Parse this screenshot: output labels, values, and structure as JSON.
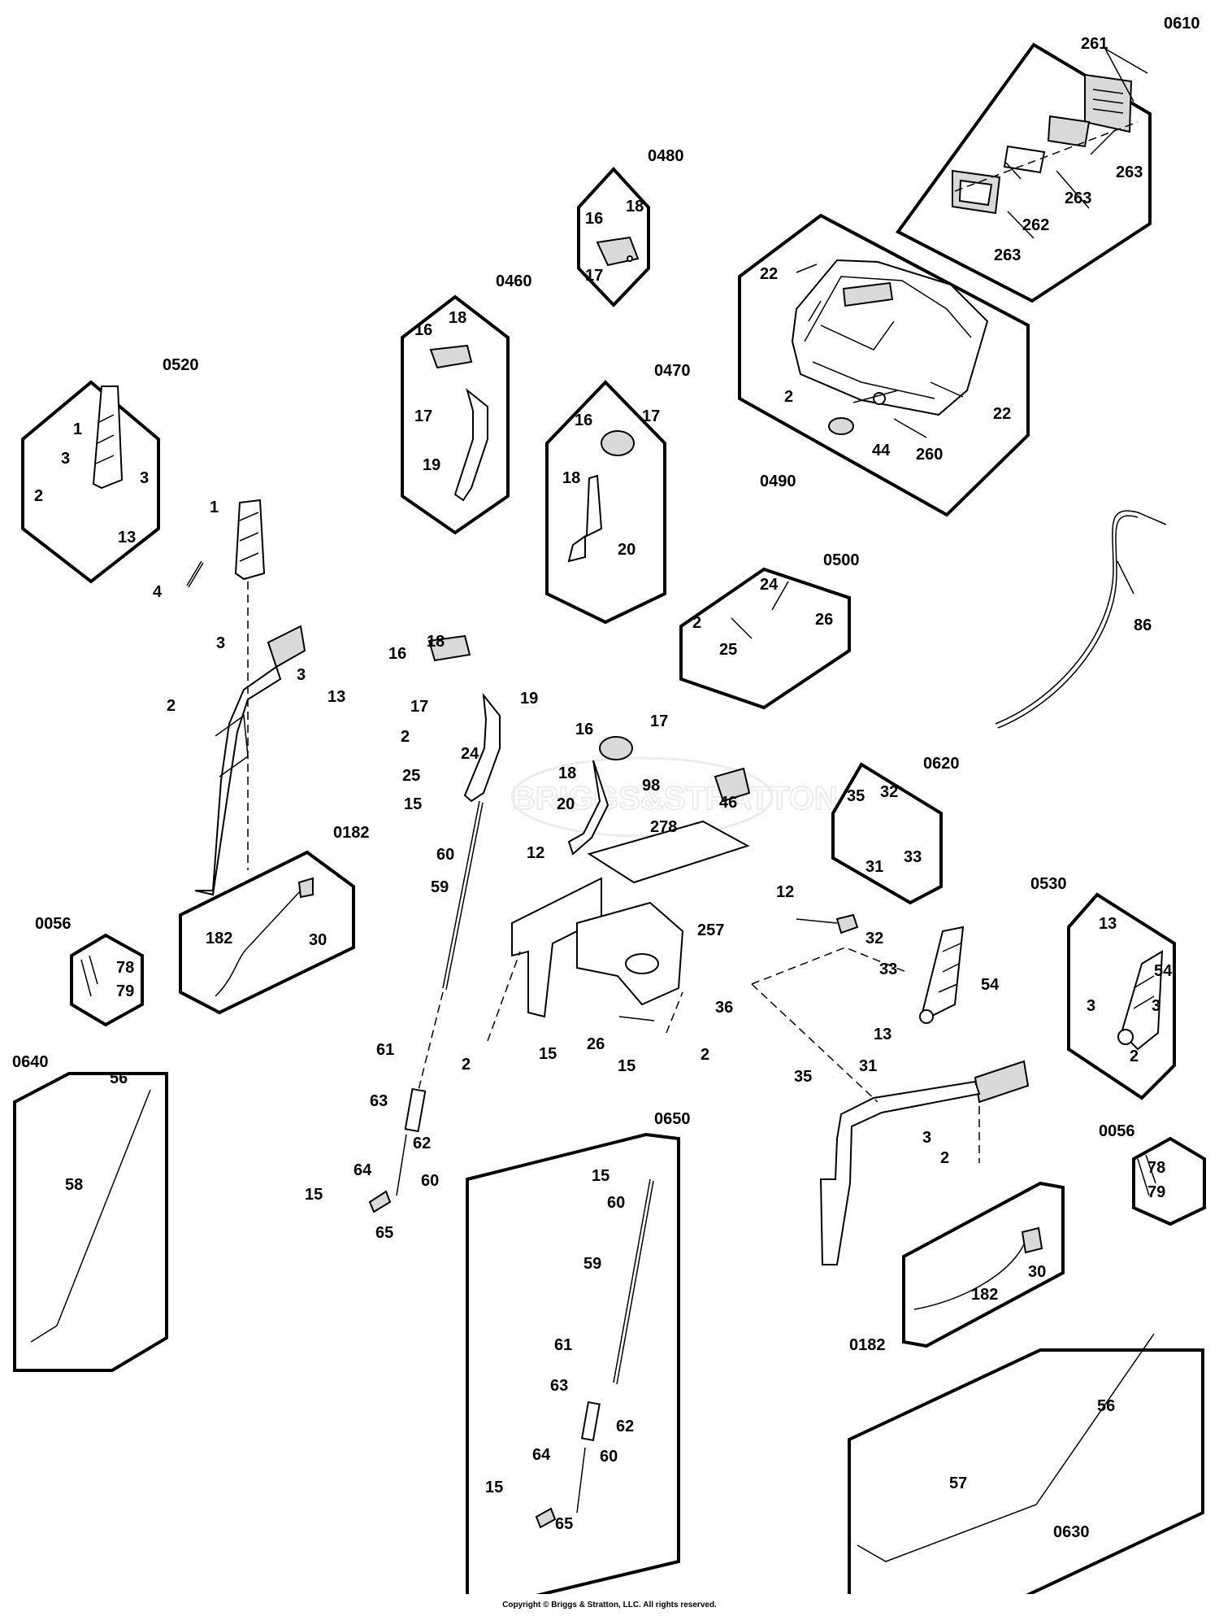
{
  "watermark": "BRIGGS&STRATTON",
  "copyright": "Copyright © Briggs & Stratton, LLC. All rights reserved.",
  "groups": [
    {
      "id": "0610",
      "label": "0610"
    },
    {
      "id": "0480",
      "label": "0480"
    },
    {
      "id": "0460",
      "label": "0460"
    },
    {
      "id": "0470",
      "label": "0470"
    },
    {
      "id": "0490",
      "label": "0490"
    },
    {
      "id": "0520",
      "label": "0520"
    },
    {
      "id": "0500",
      "label": "0500"
    },
    {
      "id": "0620",
      "label": "0620"
    },
    {
      "id": "0182a",
      "label": "0182"
    },
    {
      "id": "0530",
      "label": "0530"
    },
    {
      "id": "0056a",
      "label": "0056"
    },
    {
      "id": "0640",
      "label": "0640"
    },
    {
      "id": "0650",
      "label": "0650"
    },
    {
      "id": "0056b",
      "label": "0056"
    },
    {
      "id": "0182b",
      "label": "0182"
    },
    {
      "id": "0630",
      "label": "0630"
    }
  ],
  "callouts": [
    {
      "id": "c1",
      "label": "261"
    },
    {
      "id": "c2",
      "label": "263"
    },
    {
      "id": "c3",
      "label": "263"
    },
    {
      "id": "c4",
      "label": "262"
    },
    {
      "id": "c5",
      "label": "263"
    },
    {
      "id": "c6",
      "label": "16"
    },
    {
      "id": "c7",
      "label": "18"
    },
    {
      "id": "c8",
      "label": "17"
    },
    {
      "id": "c9",
      "label": "22"
    },
    {
      "id": "c10",
      "label": "2"
    },
    {
      "id": "c11",
      "label": "22"
    },
    {
      "id": "c12",
      "label": "44"
    },
    {
      "id": "c13",
      "label": "260"
    },
    {
      "id": "c14",
      "label": "18"
    },
    {
      "id": "c15",
      "label": "16"
    },
    {
      "id": "c16",
      "label": "17"
    },
    {
      "id": "c17",
      "label": "19"
    },
    {
      "id": "c18",
      "label": "16"
    },
    {
      "id": "c19",
      "label": "17"
    },
    {
      "id": "c20",
      "label": "18"
    },
    {
      "id": "c21",
      "label": "20"
    },
    {
      "id": "c22",
      "label": "1"
    },
    {
      "id": "c23",
      "label": "3"
    },
    {
      "id": "c24",
      "label": "3"
    },
    {
      "id": "c25",
      "label": "2"
    },
    {
      "id": "c26",
      "label": "13"
    },
    {
      "id": "c27",
      "label": "1"
    },
    {
      "id": "c28",
      "label": "4"
    },
    {
      "id": "c29",
      "label": "3"
    },
    {
      "id": "c30",
      "label": "3"
    },
    {
      "id": "c31",
      "label": "2"
    },
    {
      "id": "c32",
      "label": "13"
    },
    {
      "id": "c33",
      "label": "24"
    },
    {
      "id": "c34",
      "label": "2"
    },
    {
      "id": "c35",
      "label": "26"
    },
    {
      "id": "c36",
      "label": "25"
    },
    {
      "id": "c37",
      "label": "86"
    },
    {
      "id": "c38",
      "label": "18"
    },
    {
      "id": "c39",
      "label": "16"
    },
    {
      "id": "c40",
      "label": "19"
    },
    {
      "id": "c41",
      "label": "17"
    },
    {
      "id": "c42",
      "label": "2"
    },
    {
      "id": "c43",
      "label": "24"
    },
    {
      "id": "c44",
      "label": "25"
    },
    {
      "id": "c45",
      "label": "15"
    },
    {
      "id": "c46",
      "label": "60"
    },
    {
      "id": "c47",
      "label": "59"
    },
    {
      "id": "c48",
      "label": "16"
    },
    {
      "id": "c49",
      "label": "17"
    },
    {
      "id": "c50",
      "label": "18"
    },
    {
      "id": "c51",
      "label": "20"
    },
    {
      "id": "c52",
      "label": "98"
    },
    {
      "id": "c53",
      "label": "278"
    },
    {
      "id": "c54",
      "label": "46"
    },
    {
      "id": "c55",
      "label": "12"
    },
    {
      "id": "c56",
      "label": "12"
    },
    {
      "id": "c57",
      "label": "257"
    },
    {
      "id": "c58",
      "label": "36"
    },
    {
      "id": "c59",
      "label": "2"
    },
    {
      "id": "c60",
      "label": "15"
    },
    {
      "id": "c61",
      "label": "26"
    },
    {
      "id": "c62",
      "label": "15"
    },
    {
      "id": "c63",
      "label": "2"
    },
    {
      "id": "c64",
      "label": "35"
    },
    {
      "id": "c65",
      "label": "32"
    },
    {
      "id": "c66",
      "label": "31"
    },
    {
      "id": "c67",
      "label": "33"
    },
    {
      "id": "c68",
      "label": "182"
    },
    {
      "id": "c69",
      "label": "30"
    },
    {
      "id": "c70",
      "label": "13"
    },
    {
      "id": "c71",
      "label": "54"
    },
    {
      "id": "c72",
      "label": "3"
    },
    {
      "id": "c73",
      "label": "3"
    },
    {
      "id": "c74",
      "label": "2"
    },
    {
      "id": "c75",
      "label": "78"
    },
    {
      "id": "c76",
      "label": "79"
    },
    {
      "id": "c77",
      "label": "32"
    },
    {
      "id": "c78",
      "label": "33"
    },
    {
      "id": "c79",
      "label": "54"
    },
    {
      "id": "c80",
      "label": "13"
    },
    {
      "id": "c81",
      "label": "35"
    },
    {
      "id": "c82",
      "label": "31"
    },
    {
      "id": "c83",
      "label": "3"
    },
    {
      "id": "c84",
      "label": "2"
    },
    {
      "id": "c85",
      "label": "56"
    },
    {
      "id": "c86",
      "label": "58"
    },
    {
      "id": "c87",
      "label": "61"
    },
    {
      "id": "c88",
      "label": "63"
    },
    {
      "id": "c89",
      "label": "62"
    },
    {
      "id": "c90",
      "label": "64"
    },
    {
      "id": "c91",
      "label": "60"
    },
    {
      "id": "c92",
      "label": "15"
    },
    {
      "id": "c93",
      "label": "65"
    },
    {
      "id": "c94",
      "label": "15"
    },
    {
      "id": "c95",
      "label": "60"
    },
    {
      "id": "c96",
      "label": "59"
    },
    {
      "id": "c97",
      "label": "61"
    },
    {
      "id": "c98",
      "label": "63"
    },
    {
      "id": "c99",
      "label": "62"
    },
    {
      "id": "c100",
      "label": "64"
    },
    {
      "id": "c101",
      "label": "60"
    },
    {
      "id": "c102",
      "label": "15"
    },
    {
      "id": "c103",
      "label": "65"
    },
    {
      "id": "c104",
      "label": "78"
    },
    {
      "id": "c105",
      "label": "79"
    },
    {
      "id": "c106",
      "label": "182"
    },
    {
      "id": "c107",
      "label": "30"
    },
    {
      "id": "c108",
      "label": "56"
    },
    {
      "id": "c109",
      "label": "57"
    }
  ]
}
